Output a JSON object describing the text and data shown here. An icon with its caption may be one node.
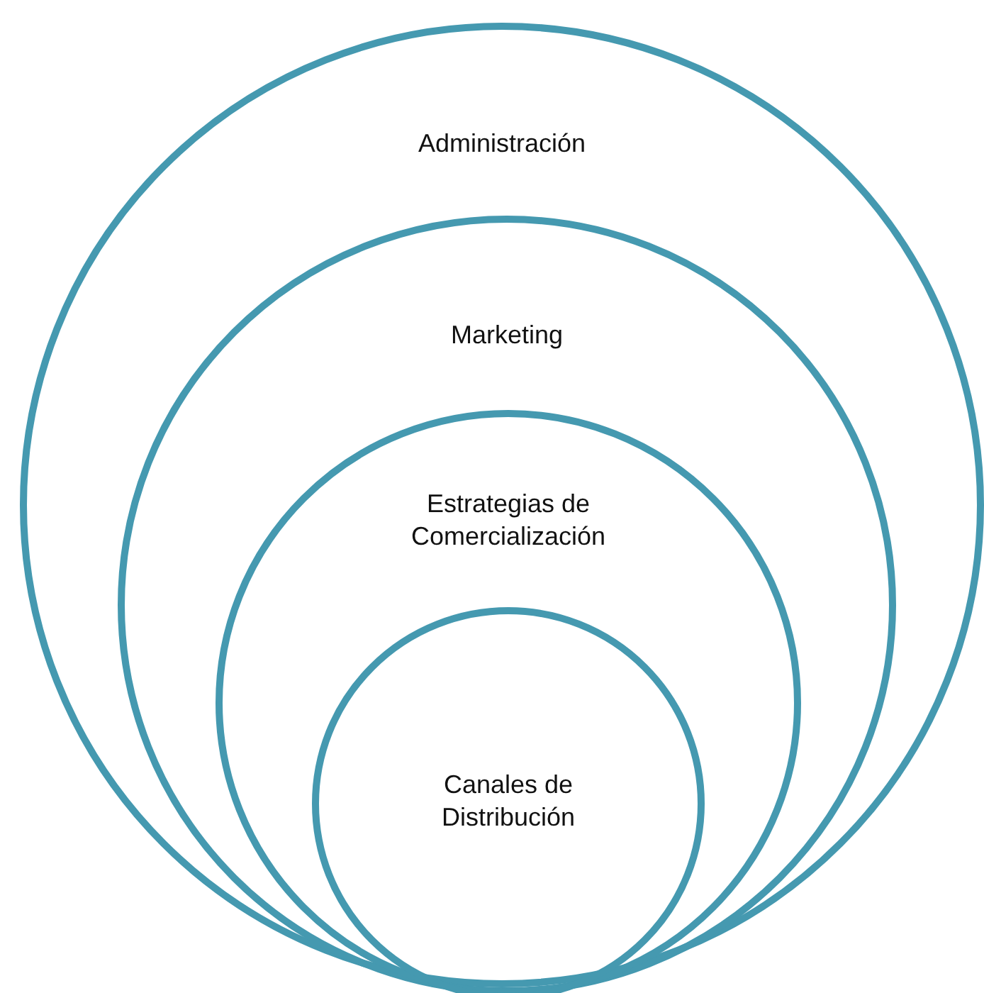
{
  "diagram": {
    "nodes": [
      {
        "text": [
          "Administración"
        ]
      },
      {
        "text": [
          "Marketing"
        ],
        "in": 0
      },
      {
        "text": [
          "Estrategias de Comercialización"
        ],
        "in": 1
      },
      {
        "text": [
          "Canales de Distribución"
        ],
        "in": 2
      }
    ]
  }
}
